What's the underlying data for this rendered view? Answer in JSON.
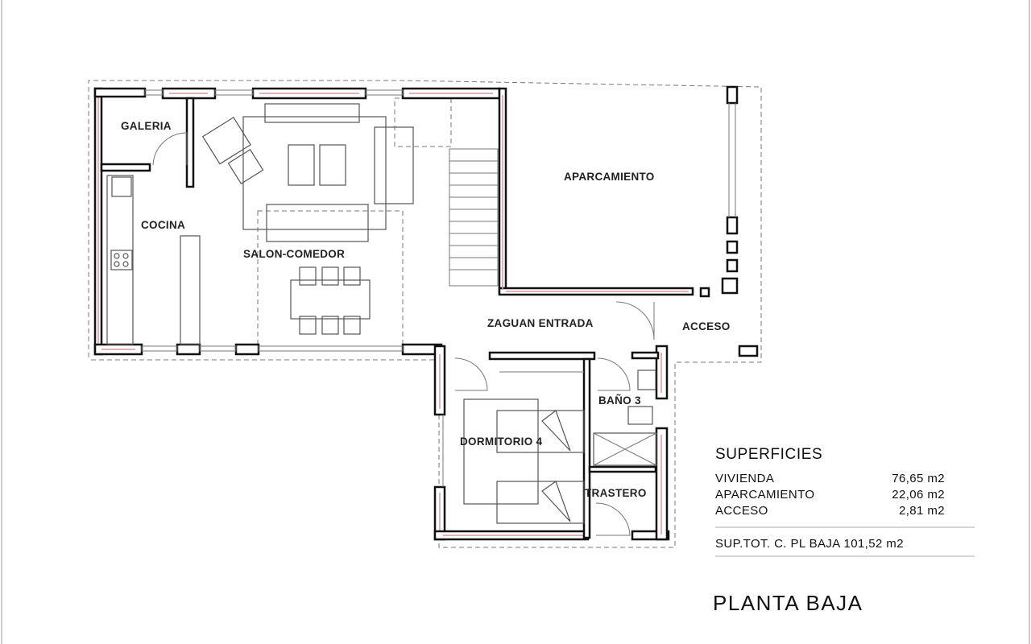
{
  "plan": {
    "title": "PLANTA BAJA",
    "rooms": {
      "galeria": "GALERIA",
      "cocina": "COCINA",
      "salon": "SALON-COMEDOR",
      "aparcamiento": "APARCAMIENTO",
      "zaguan": "ZAGUAN ENTRADA",
      "acceso": "ACCESO",
      "bano": "BAÑO 3",
      "dormitorio": "DORMITORIO 4",
      "trastero": "TRASTERO"
    }
  },
  "superficies": {
    "heading": "SUPERFICIES",
    "rows": [
      {
        "label": "VIVIENDA",
        "value": "76,65 m2"
      },
      {
        "label": "APARCAMIENTO",
        "value": "22,06 m2"
      },
      {
        "label": "ACCESO",
        "value": "2,81 m2"
      }
    ],
    "total": "SUP.TOT. C. PL BAJA 101,52 m2"
  },
  "colors": {
    "wall": "#111111",
    "insulation": "#d99a9a"
  }
}
